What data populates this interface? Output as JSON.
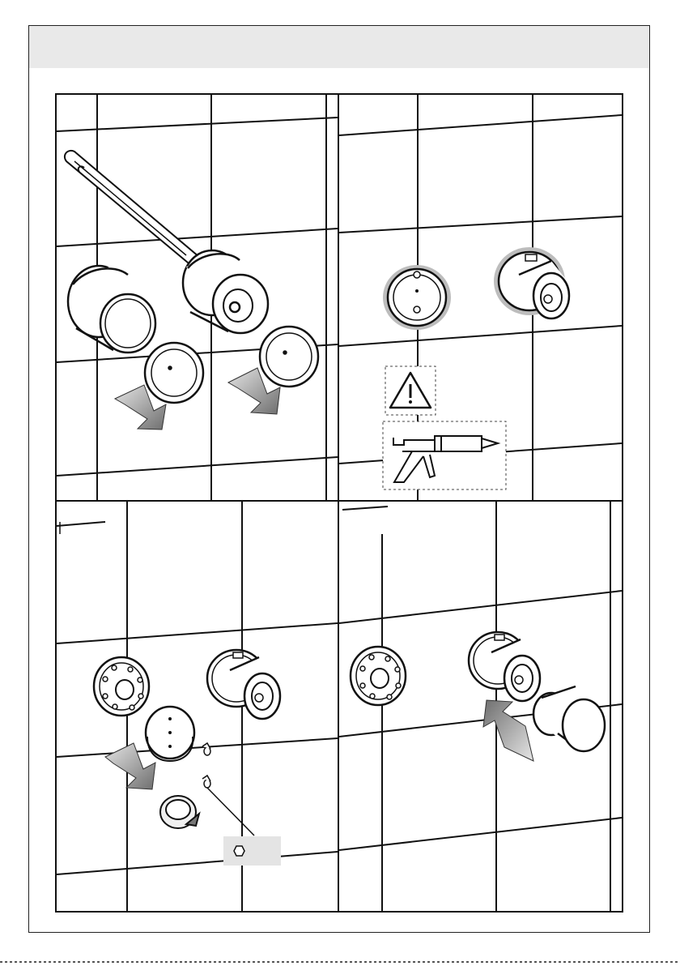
{
  "document": {
    "header_title": "",
    "steps": [
      {
        "id": "step-1",
        "caption": ""
      },
      {
        "id": "step-2",
        "caption": ""
      },
      {
        "id": "step-3",
        "caption": ""
      },
      {
        "id": "step-4",
        "caption": ""
      }
    ],
    "icons": {
      "warning": "warning-triangle-icon",
      "sealant": "caulking-gun-icon",
      "hex_key": "hex-key-icon"
    },
    "colors": {
      "line": "#111111",
      "header_band": "#e9e9e9",
      "arrow_fill": "#9a9a9a",
      "seal_shadow": "#bdbdbd"
    }
  }
}
